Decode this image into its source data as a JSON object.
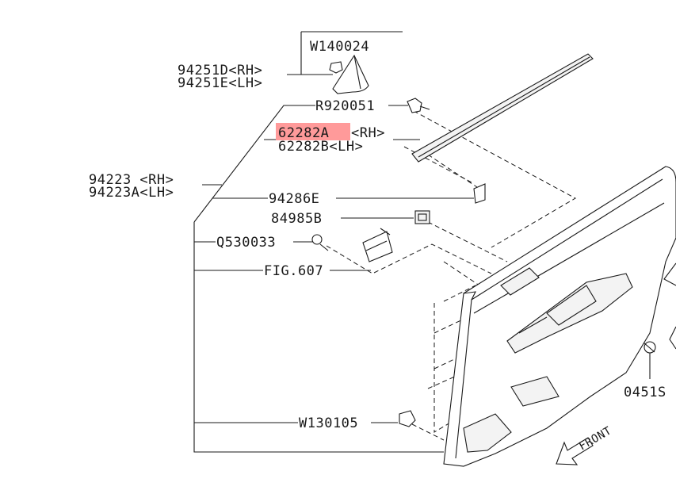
{
  "diagram": {
    "labels": {
      "w140024": "W140024",
      "p94251d": "94251D<RH>",
      "p94251e": "94251E<LH>",
      "r920051": "R920051",
      "p62282a": "62282A",
      "p62282a_side": "<RH>",
      "p62282b": "62282B<LH>",
      "p94223": "94223 <RH>",
      "p94223a": "94223A<LH>",
      "p94286e": "94286E",
      "p84985b": "84985B",
      "q530033": "Q530033",
      "fig607": "FIG.607",
      "p0451s": "0451S",
      "w130105": "W130105",
      "front": "FRONT"
    },
    "highlight_color": "#ff9a9a"
  }
}
